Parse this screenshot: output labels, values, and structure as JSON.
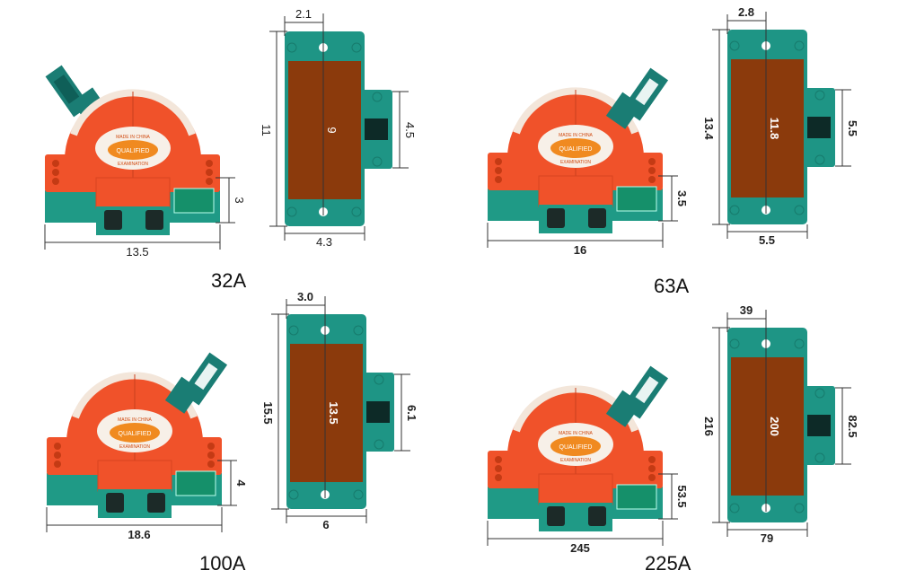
{
  "colors": {
    "orange": "#f0522a",
    "teal": "#1f9a86",
    "plate": "#1e9585",
    "brown": "#8b3a0c",
    "handle": "#1a7d74"
  },
  "panels": [
    {
      "rating": "32A",
      "width": "13.5",
      "height": "3",
      "plate_offset": "2.1",
      "plate_length": "11",
      "hole_spacing": "9",
      "tab_height": "4.5",
      "plate_width": "4.3",
      "sticker": {
        "top": "MADE IN CHINA",
        "middle": "QUALIFIED",
        "bottom": "EXAMINATION"
      }
    },
    {
      "rating": "63A",
      "width": "16",
      "height": "3.5",
      "plate_offset": "2.8",
      "plate_length": "13.4",
      "hole_spacing": "11.8",
      "tab_height": "5.5",
      "plate_width": "5.5",
      "sticker": {
        "top": "MADE IN CHINA",
        "middle": "QUALIFIED",
        "bottom": "EXAMINATION"
      }
    },
    {
      "rating": "100A",
      "width": "18.6",
      "height": "4",
      "plate_offset": "3.0",
      "plate_length": "15.5",
      "hole_spacing": "13.5",
      "tab_height": "6.1",
      "plate_width": "6",
      "sticker": {
        "top": "MADE IN CHINA",
        "middle": "QUALIFIED",
        "bottom": "EXAMINATION"
      }
    },
    {
      "rating": "225A",
      "width": "245",
      "height": "53.5",
      "plate_offset": "39",
      "plate_length": "216",
      "hole_spacing": "200",
      "tab_height": "82.5",
      "plate_width": "79",
      "sticker": {
        "top": "MADE IN CHINA",
        "middle": "QUALIFIED",
        "bottom": "EXAMINATION"
      }
    }
  ]
}
